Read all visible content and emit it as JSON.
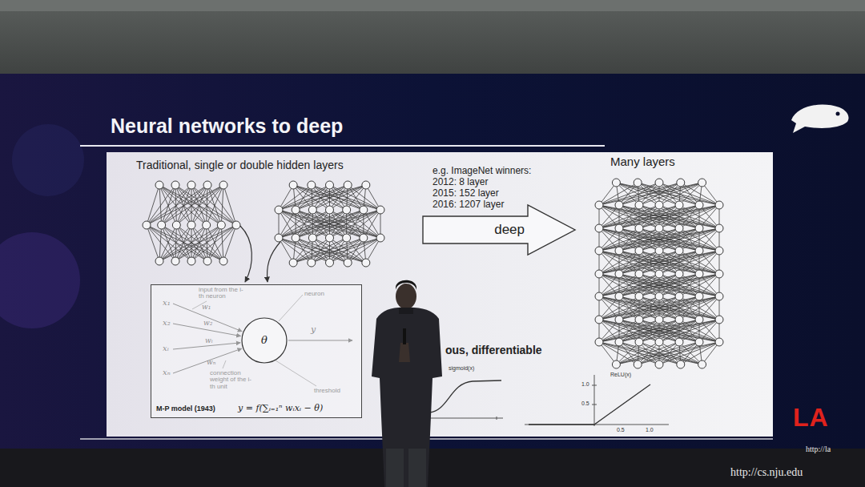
{
  "diagram": {
    "title": "Neural networks to deep",
    "nodes": [
      {
        "text": [
          "M-P model (1943)",
          "y = f(∑ᵢ₌₁ⁿ wᵢxᵢ − θ)"
        ]
      },
      {
        "text": [
          "θ"
        ],
        "in": 0
      },
      {
        "text": [
          "deep"
        ]
      }
    ],
    "labels": [
      "Traditional, single or double hidden layers",
      "e.g. ImageNet winners:",
      "2012: 8 layer",
      "2015: 152 layer",
      "2016: 1207 layer",
      "Many layers",
      "input from the i-th neuron",
      "neuron",
      "x₁",
      "x₂",
      "xᵢ",
      "xₙ",
      "w₁",
      "w₂",
      "wᵢ",
      "wₙ",
      "y",
      "connection weight of the i-th unit",
      "threshold",
      "ous, differentiable",
      "sigmoid(x)",
      "ReLU(x)",
      "1.0",
      "0.5",
      "0.5",
      "1.0",
      "LA",
      "http://la",
      "http://cs.nju.edu"
    ]
  }
}
